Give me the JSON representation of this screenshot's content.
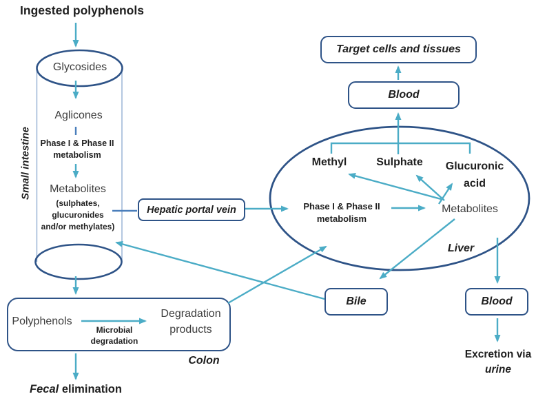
{
  "colors": {
    "teal": "#4bacc6",
    "navy": "#2e5387",
    "blue": "#4a7ebb",
    "wall": "#93afd2",
    "ink": "#1f1f1f",
    "soft": "#3d3d3d"
  },
  "header": {
    "title": "Ingested polyphenols"
  },
  "small_intestine": {
    "organ_label": "Small intestine",
    "glycosides": "Glycosides",
    "aglicones": "Aglicones",
    "phase": {
      "line1": "Phase I & Phase II",
      "line2": "metabolism"
    },
    "metabolites": "Metabolites",
    "metabolites_forms": {
      "line1": "(sulphates,",
      "line2": "glucuronides",
      "line3": "and/or methylates)"
    }
  },
  "hepatic_portal_vein": {
    "label": "Hepatic portal vein"
  },
  "liver": {
    "organ_label": "Liver",
    "methyl": "Methyl",
    "sulphate": "Sulphate",
    "glucuronic": {
      "line1": "Glucuronic",
      "line2": "acid"
    },
    "phase": {
      "line1": "Phase I & Phase II",
      "line2": "metabolism"
    },
    "metabolites": "Metabolites"
  },
  "systemic": {
    "target_tissues": "Target cells and tissues",
    "blood_upper": "Blood",
    "bile": "Bile",
    "blood_lower": "Blood",
    "excretion": {
      "line1": "Excretion via",
      "line2": "urine"
    }
  },
  "colon": {
    "organ_label": "Colon",
    "polyphenols": "Polyphenols",
    "microbial": {
      "line1": "Microbial",
      "line2": "degradation"
    },
    "degradation": {
      "line1": "Degradation",
      "line2": "products"
    }
  },
  "fecal": {
    "emphasis": "Fecal",
    "rest": " elimination"
  }
}
